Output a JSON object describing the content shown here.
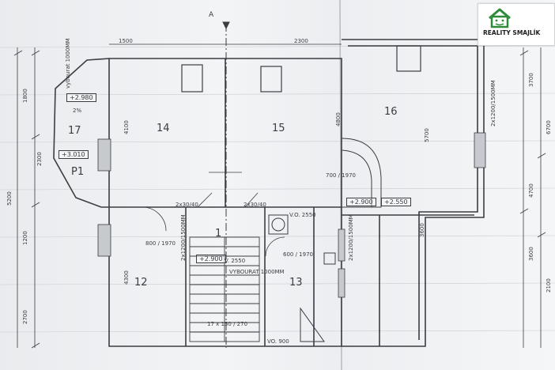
{
  "logo": {
    "text": "REALITY SMAJLÍK",
    "brand_color": "#2e8b3a"
  },
  "rooms": {
    "r12": "12",
    "r13": "13",
    "r14": "14",
    "r15": "15",
    "r16": "16",
    "r17": "17",
    "p1": "P1",
    "r1": "1"
  },
  "markers": {
    "section": "A"
  },
  "levels": {
    "l2980": "+2.980",
    "l3010": "+3.010",
    "l2900_left": "+2.900",
    "l2900_right": "+2.900",
    "l2550": "+2.550",
    "v2550": "V. 2550",
    "vo900": "VO. 900",
    "vo2550": "V.O. 2550"
  },
  "notes": {
    "vybourat": "vybourat 1000MM",
    "pct": "2%",
    "door_800_1970": "800 / 1970",
    "door_600_1970": "600 / 1970",
    "door_700_1970": "700 / 1970",
    "vybourat_small": "VYBOURAT 1000MM",
    "stair_lbl": "17 x 150 / 270",
    "d_2x1200_1500": "2x1200/1500MM",
    "d_2x1200_1500b": "2x1200/1500MM",
    "d_2x1200_1500c": "2x1200/1500MM"
  },
  "dims": {
    "top_left": "1500",
    "top_mid": "2300",
    "left_a": "1800",
    "left_b": "5200",
    "left_c": "1200",
    "left_d": "2700",
    "left_e": "2300",
    "right_a": "3700",
    "right_b": "6700",
    "right_c": "4700",
    "right_d": "3600",
    "right_e": "2100",
    "mid_a": "4100",
    "mid_b": "4800",
    "mid_c": "4300",
    "stairs_a": "2x30/40",
    "stairs_b": "2x30/40",
    "mid_d": "5700",
    "mid_e": "3600"
  }
}
